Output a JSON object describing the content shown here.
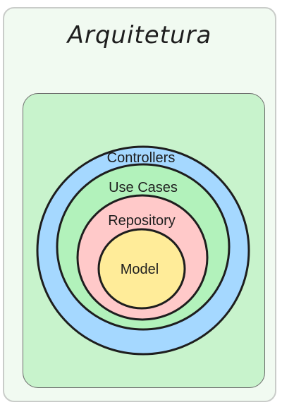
{
  "title": "Arquitetura",
  "colors": {
    "card_background": "#f1faf1",
    "panel_background": "#c8f3cc",
    "controllers": "#a5d8ff",
    "use_cases": "#b2f2bb",
    "repository": "#ffc9c9",
    "model": "#ffec99",
    "stroke": "#1e1e1e"
  },
  "layers": [
    {
      "id": "controllers",
      "label": "Controllers"
    },
    {
      "id": "use_cases",
      "label": "Use Cases"
    },
    {
      "id": "repository",
      "label": "Repository"
    },
    {
      "id": "model",
      "label": "Model"
    }
  ]
}
